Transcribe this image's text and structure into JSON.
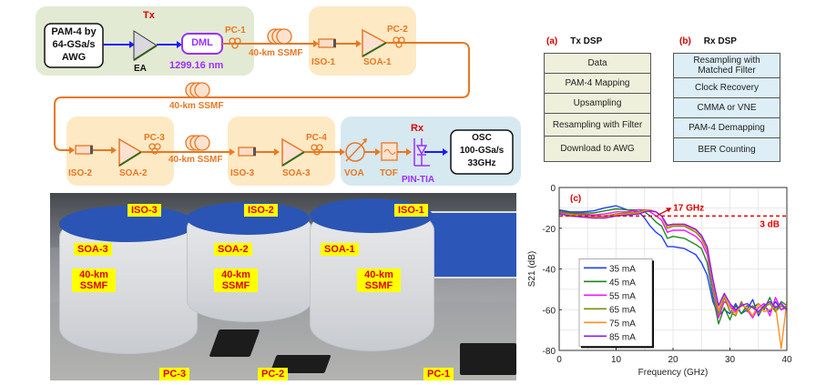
{
  "setup": {
    "tx_label": "Tx",
    "rx_label": "Rx",
    "awg_box": [
      "PAM-4 by",
      "64-GSa/s",
      "AWG"
    ],
    "ea_label": "EA",
    "dml_label": "DML",
    "wavelength": "1299.16 nm",
    "pc1": "PC-1",
    "pc2": "PC-2",
    "pc3": "PC-3",
    "pc4": "PC-4",
    "fiber1": "40-km SSMF",
    "fiber2": "40-km SSMF",
    "fiber3": "40-km SSMF",
    "iso1": "ISO-1",
    "iso2": "ISO-2",
    "iso3": "ISO-3",
    "soa1": "SOA-1",
    "soa2": "SOA-2",
    "soa3": "SOA-3",
    "voa": "VOA",
    "tof": "TOF",
    "pin_tia": "PIN-TIA",
    "osc_box": [
      "OSC",
      "100-GSa/s",
      "33GHz"
    ]
  },
  "tx_dsp": {
    "tag": "(a)",
    "title": "Tx DSP",
    "steps": [
      "Data",
      "PAM-4 Mapping",
      "Upsampling",
      "Resampling with Filter",
      "Download to AWG"
    ]
  },
  "rx_dsp": {
    "tag": "(b)",
    "title": "Rx DSP",
    "steps": [
      "Resampling with Matched Filter",
      "Clock Recovery",
      "CMMA or VNE",
      "PAM-4 Demapping",
      "BER Counting"
    ]
  },
  "photo": {
    "labels": {
      "iso3": "ISO-3",
      "iso2": "ISO-2",
      "iso1": "ISO-1",
      "soa3": "SOA-3",
      "soa2": "SOA-2",
      "soa1": "SOA-1",
      "fiber3": [
        "40-km",
        "SSMF"
      ],
      "fiber2": [
        "40-km",
        "SSMF"
      ],
      "fiber1": [
        "40-km",
        "SSMF"
      ],
      "pc3": "PC-3",
      "pc2": "PC-2",
      "pc1": "PC-1"
    }
  },
  "colors": {
    "optical": "#e87722",
    "electrical": "#1a1aff",
    "tx_bg": "#e3ead3",
    "soa_bg": "#fde9c4",
    "rx_bg": "#d6e8f0",
    "dml": "#9b30ff",
    "tx_dsp_bg": "#eef0dc",
    "rx_dsp_bg": "#ddeef6",
    "annot_red": "#e00000"
  },
  "chart_data": {
    "type": "line",
    "panel_tag": "(c)",
    "title": "",
    "xlabel": "Frequency (GHz)",
    "ylabel": "S21 (dB)",
    "xlim": [
      0,
      40
    ],
    "ylim": [
      -80,
      0
    ],
    "xticks": [
      0,
      10,
      20,
      30,
      40
    ],
    "yticks": [
      0,
      -20,
      -40,
      -60,
      -80
    ],
    "grid": true,
    "legend_position": "bottom-left",
    "annotations": [
      {
        "text": "17 GHz",
        "x": 17,
        "y": -14,
        "type": "arrow"
      },
      {
        "text": "3 dB",
        "y": -14,
        "type": "hline-dashed"
      }
    ],
    "x": [
      0,
      2,
      4,
      6,
      8,
      10,
      12,
      14,
      15,
      16,
      17,
      18,
      19,
      20,
      22,
      24,
      25,
      26,
      27,
      28,
      29,
      30,
      31,
      32,
      33,
      34,
      35,
      36,
      37,
      38,
      39,
      40
    ],
    "series": [
      {
        "name": "35 mA",
        "color": "#1f3fff",
        "values": [
          -11,
          -12,
          -12,
          -11.5,
          -10,
          -9,
          -11,
          -12,
          -15,
          -19,
          -22,
          -24,
          -29,
          -29,
          -30,
          -33,
          -37,
          -43,
          -56,
          -63,
          -60,
          -62,
          -57,
          -62,
          -60,
          -55,
          -63,
          -58,
          -61,
          -56,
          -60,
          -58
        ]
      },
      {
        "name": "45 mA",
        "color": "#1e8a1e",
        "values": [
          -11.5,
          -12.5,
          -12.5,
          -12.5,
          -11.5,
          -10.5,
          -11,
          -11,
          -12,
          -14,
          -17,
          -19,
          -25,
          -24,
          -25,
          -28,
          -30,
          -37,
          -53,
          -67,
          -59,
          -65,
          -58,
          -62,
          -58,
          -59,
          -57,
          -60,
          -54,
          -61,
          -56,
          -58
        ]
      },
      {
        "name": "55 mA",
        "color": "#ff10ff",
        "values": [
          -12,
          -13,
          -13,
          -13.5,
          -13,
          -12,
          -12,
          -11,
          -11,
          -12,
          -14,
          -16,
          -22,
          -21,
          -21,
          -24,
          -27,
          -33,
          -49,
          -64,
          -56,
          -58,
          -61,
          -57,
          -60,
          -64,
          -59,
          -57,
          -63,
          -54,
          -60,
          -59
        ]
      },
      {
        "name": "65 mA",
        "color": "#7f8a10",
        "values": [
          -12.5,
          -13,
          -13.5,
          -14,
          -14,
          -13,
          -12.5,
          -12,
          -11,
          -11,
          -12,
          -14,
          -20,
          -19,
          -19,
          -22,
          -25,
          -31,
          -47,
          -62,
          -54,
          -61,
          -63,
          -56,
          -61,
          -58,
          -62,
          -59,
          -57,
          -61,
          -58,
          -60
        ]
      },
      {
        "name": "75 mA",
        "color": "#ff9020",
        "values": [
          -13,
          -13.5,
          -14,
          -14.5,
          -14.5,
          -13.5,
          -13,
          -12.5,
          -11.5,
          -11,
          -12,
          -14,
          -19,
          -18.5,
          -18.5,
          -21,
          -24,
          -30,
          -46,
          -60,
          -53,
          -59,
          -62,
          -58,
          -59,
          -63,
          -57,
          -61,
          -60,
          -58,
          -79,
          -56
        ]
      },
      {
        "name": "85 mA",
        "color": "#8a1aff",
        "values": [
          -13,
          -14,
          -14.5,
          -15,
          -15,
          -14,
          -13.5,
          -13,
          -12,
          -11.5,
          -12,
          -14,
          -18.5,
          -18,
          -18,
          -20.5,
          -23.5,
          -29,
          -45,
          -58,
          -52,
          -57,
          -60,
          -58,
          -57,
          -59,
          -61,
          -58,
          -56,
          -59,
          -57,
          -60
        ]
      }
    ]
  }
}
